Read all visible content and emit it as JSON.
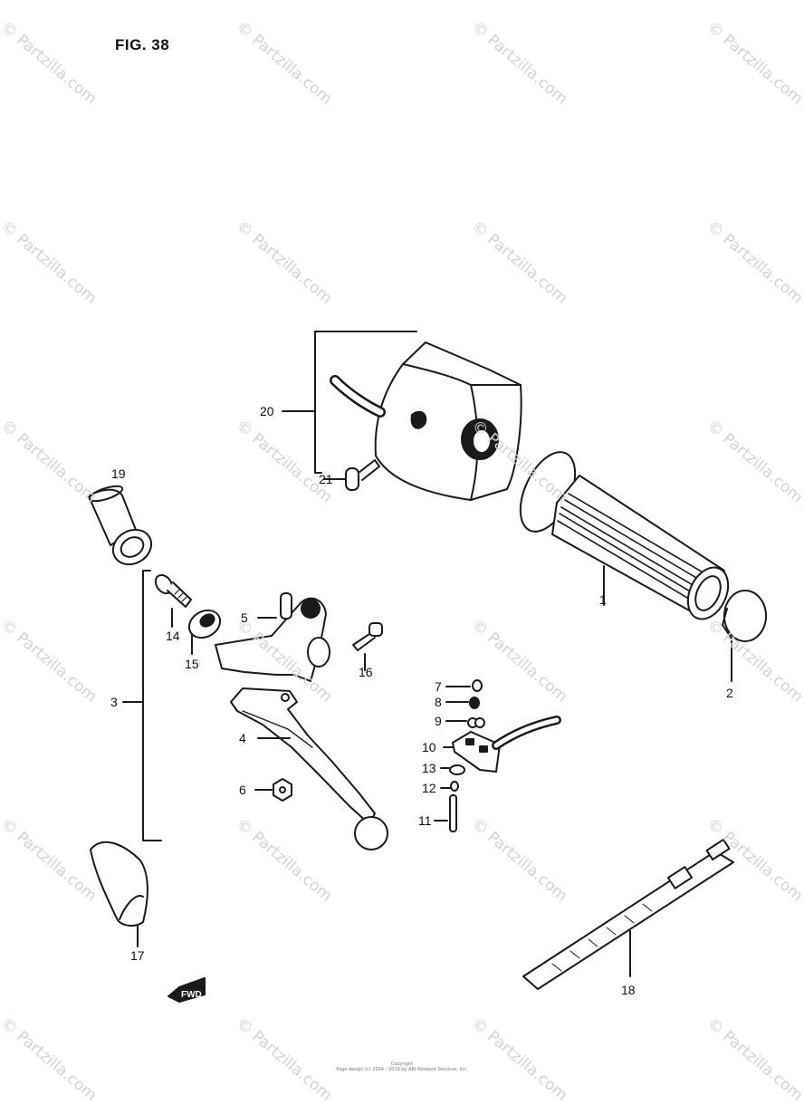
{
  "figure": {
    "title": "FIG. 38"
  },
  "watermark": "© Partzilla.com",
  "parts": [
    {
      "key": "p1",
      "label": "1"
    },
    {
      "key": "p2",
      "label": "2"
    },
    {
      "key": "p3",
      "label": "3"
    },
    {
      "key": "p4",
      "label": "4"
    },
    {
      "key": "p5",
      "label": "5"
    },
    {
      "key": "p6",
      "label": "6"
    },
    {
      "key": "p7",
      "label": "7"
    },
    {
      "key": "p8",
      "label": "8"
    },
    {
      "key": "p9",
      "label": "9"
    },
    {
      "key": "p10",
      "label": "10"
    },
    {
      "key": "p11",
      "label": "11"
    },
    {
      "key": "p12",
      "label": "12"
    },
    {
      "key": "p13",
      "label": "13"
    },
    {
      "key": "p14",
      "label": "14"
    },
    {
      "key": "p15",
      "label": "15"
    },
    {
      "key": "p16",
      "label": "16"
    },
    {
      "key": "p17",
      "label": "17"
    },
    {
      "key": "p18",
      "label": "18"
    },
    {
      "key": "p19",
      "label": "19"
    },
    {
      "key": "p20",
      "label": "20"
    },
    {
      "key": "p21",
      "label": "21"
    }
  ],
  "fwd_marker": "FWD",
  "footer": {
    "line1": "Copyright",
    "line2": "Page design (c) 2004 - 2019 by ARI Network Services, Inc."
  }
}
